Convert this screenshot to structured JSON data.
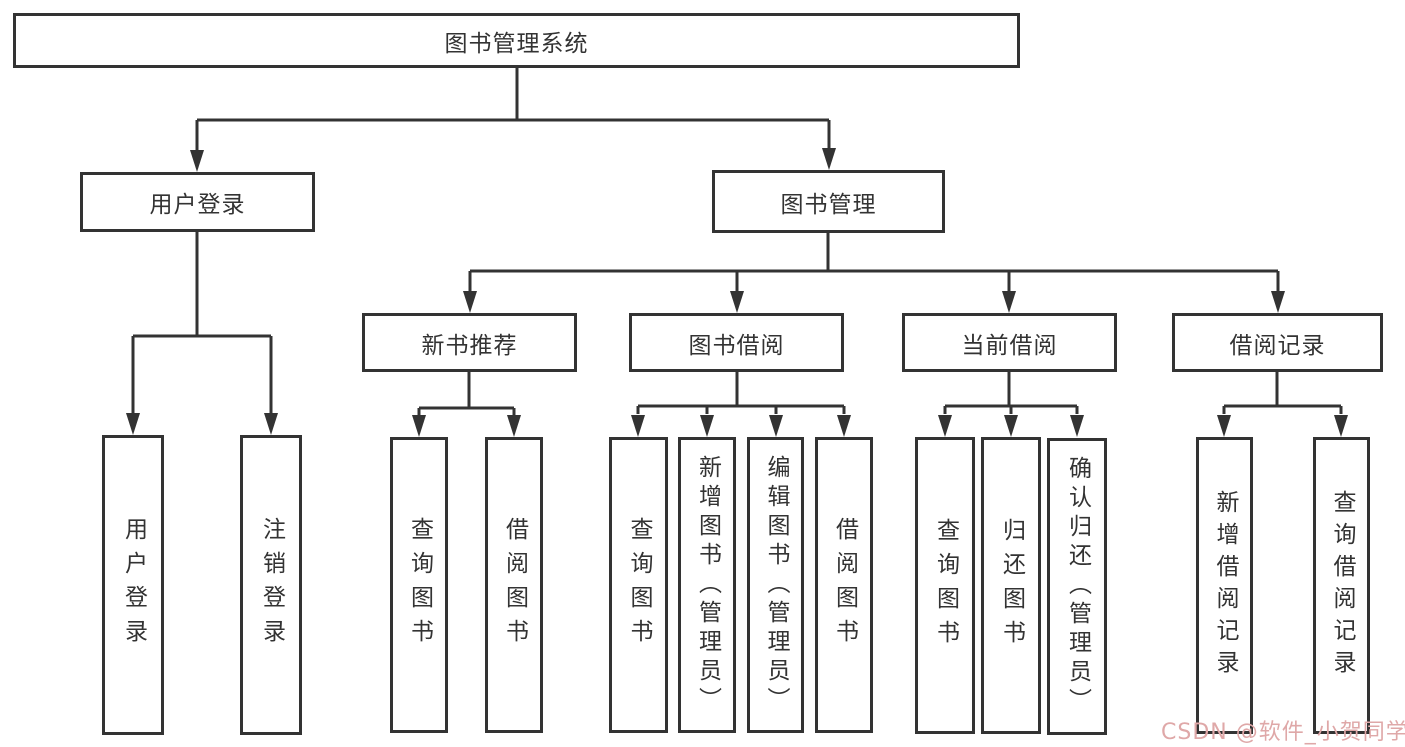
{
  "diagram": {
    "type": "hierarchy-tree",
    "root": {
      "label": "图书管理系统"
    },
    "branches": {
      "user_login": {
        "label": "用户登录",
        "children": {
          "login": {
            "label": "用户登录"
          },
          "logout": {
            "label": "注销登录"
          }
        }
      },
      "book_mgmt": {
        "label": "图书管理",
        "children": {
          "new_book_rec": {
            "label": "新书推荐",
            "children": {
              "query_books": {
                "label": "查询图书"
              },
              "borrow_books": {
                "label": "借阅图书"
              }
            }
          },
          "book_borrow": {
            "label": "图书借阅",
            "children": {
              "query_books": {
                "label": "查询图书"
              },
              "add_books": {
                "label": "新增图书（管理员）"
              },
              "edit_books": {
                "label": "编辑图书（管理员）"
              },
              "borrow_books": {
                "label": "借阅图书"
              }
            }
          },
          "current_borrow": {
            "label": "当前借阅",
            "children": {
              "query_books": {
                "label": "查询图书"
              },
              "return_books": {
                "label": "归还图书"
              },
              "confirm_return": {
                "label": "确认归还（管理员）"
              }
            }
          },
          "borrow_records": {
            "label": "借阅记录",
            "children": {
              "add_record": {
                "label": "新增借阅记录"
              },
              "query_record": {
                "label": "查询借阅记录"
              }
            }
          }
        }
      }
    }
  },
  "colors": {
    "line": "#333333",
    "box_border": "#333333",
    "text": "#333333",
    "background": "#ffffff",
    "watermark": "#dfa8a8"
  },
  "watermark": {
    "text": "CSDN @软件_小贺同学"
  }
}
